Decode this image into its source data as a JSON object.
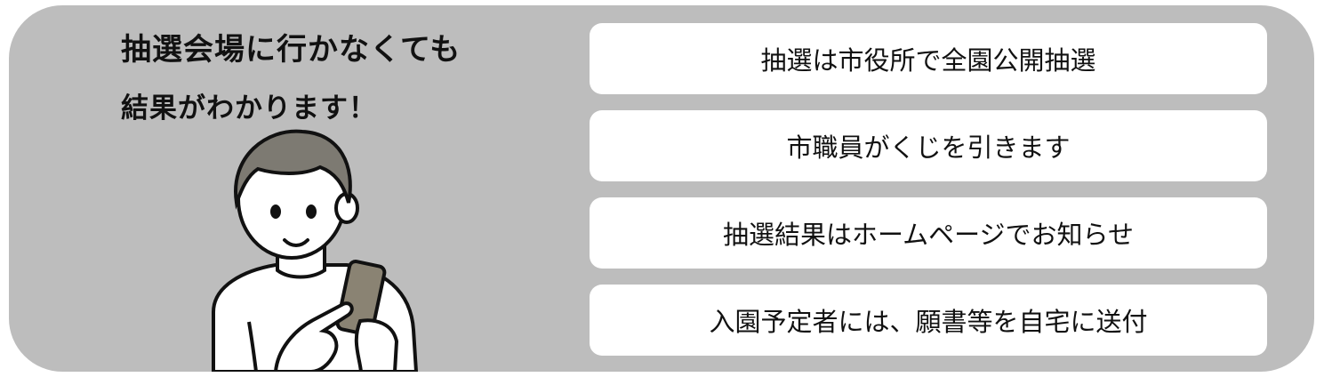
{
  "headline": {
    "line1": "抽選会場に行かなくても",
    "line2": "結果がわかります！"
  },
  "illustration": {
    "icon": "person-with-smartphone-icon"
  },
  "steps": [
    {
      "label": "抽選は市役所で全園公開抽選"
    },
    {
      "label": "市職員がくじを引きます"
    },
    {
      "label": "抽選結果はホームページでお知らせ"
    },
    {
      "label": "入園予定者には、願書等を自宅に送付"
    }
  ],
  "colors": {
    "panel_background": "#bdbdbd",
    "card_background": "#ffffff",
    "hair": "#7d7a72",
    "phone": "#8a8373",
    "text": "#111111"
  }
}
